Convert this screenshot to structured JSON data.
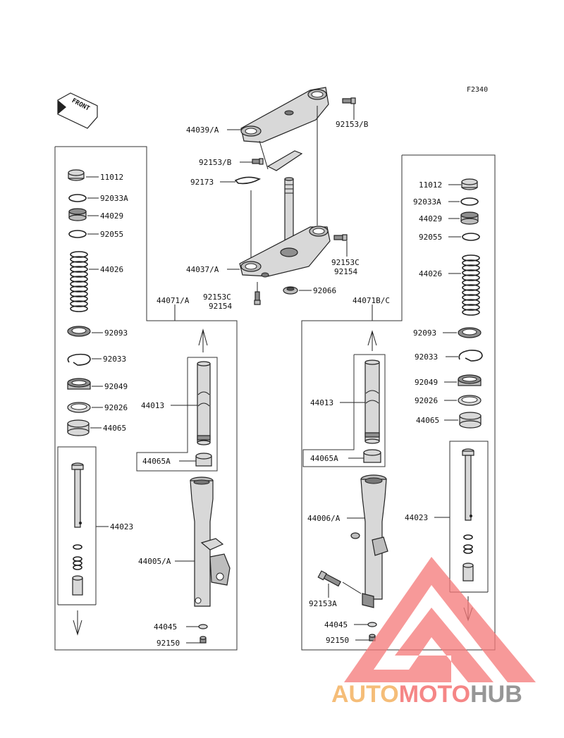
{
  "figure_id": "F2340",
  "front_label": "FRONT",
  "labels": {
    "l_11012": "11012",
    "l_92033a": "92033A",
    "l_44029": "44029",
    "l_92055": "92055",
    "l_44026": "44026",
    "l_92093": "92093",
    "l_92033": "92033",
    "l_92049": "92049",
    "l_92026": "92026",
    "l_44065": "44065",
    "l_44023": "44023",
    "l_44071a": "44071/A",
    "l_44013": "44013",
    "l_44065a": "44065A",
    "l_44005a": "44005/A",
    "l_44045": "44045",
    "l_92150": "92150",
    "c_44039a": "44039/A",
    "c_92153b_top": "92153/B",
    "c_92153b_left": "92153/B",
    "c_92173": "92173",
    "c_44037a": "44037/A",
    "c_92153c_right": "92153C",
    "c_92154_right": "92154",
    "c_92153c_left": "92153C",
    "c_92154_left": "92154",
    "c_92066": "92066",
    "r_11012": "11012",
    "r_92033a": "92033A",
    "r_44029": "44029",
    "r_92055": "92055",
    "r_44026": "44026",
    "r_92093": "92093",
    "r_92033": "92033",
    "r_92049": "92049",
    "r_92026": "92026",
    "r_44065": "44065",
    "r_44023": "44023",
    "r_44071bc": "44071B/C",
    "r_44013": "44013",
    "r_44065a": "44065A",
    "r_44006a": "44006/A",
    "r_92153a": "92153A",
    "r_44045": "44045",
    "r_92150": "92150"
  },
  "watermark": {
    "part1": "AUTO",
    "part2": "MOTO",
    "part3": "HUB",
    "colors": {
      "auto": "#f5b66a",
      "moto": "#f47a7a",
      "hub": "#8b8b8b",
      "triangle": "#f47a7a"
    }
  }
}
